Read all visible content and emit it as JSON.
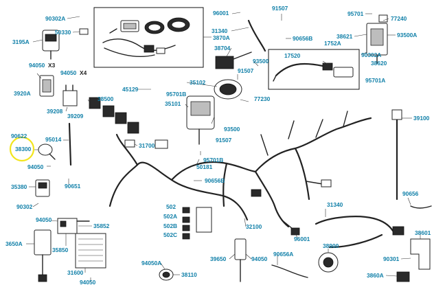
{
  "theme": {
    "label_color": "#0f7fa8",
    "highlight_color": "#f2e51b",
    "line_color": "#222222"
  },
  "labels": {
    "p90302A_top": "90302A",
    "p3195A": "3195A",
    "p50330": "50330",
    "p3870A": "3870A",
    "p96001_top": "96001",
    "p91507_top": "91507",
    "p95701_top": "95701",
    "p77240": "77240",
    "p31340_top": "31340",
    "p90656B_top": "90656B",
    "p38621": "38621",
    "p93500A": "93500A",
    "p38704": "38704",
    "p1752A": "1752A",
    "p90302A_r": "90302A",
    "p38620": "38620",
    "p17520": "17520",
    "p94050_x3": "94050",
    "x3": "X3",
    "p94050_x4": "94050",
    "x4": "X4",
    "p93500": "93500",
    "p91507_mid": "91507",
    "p95701A": "95701A",
    "p3920A": "3920A",
    "p45129": "45129",
    "p95701B_top": "95701B",
    "p35102": "35102",
    "p38500": "38500",
    "p35101": "35101",
    "p77230": "77230",
    "p39208": "39208",
    "p39209": "39209",
    "p39100": "39100",
    "p90622": "90622",
    "p93500_mid": "93500",
    "p95014": "95014",
    "p91507_low": "91507",
    "p31700": "31700",
    "p38300": "38300",
    "p95701B_low": "95701B",
    "p50181": "50181",
    "p94050_low": "94050",
    "p90656B_low": "90656B",
    "p35380": "35380",
    "p90651": "90651",
    "p90302": "90302",
    "p90656": "90656",
    "p502": "502",
    "p502A": "502A",
    "p502B": "502B",
    "p502C": "502C",
    "p31340_low": "31340",
    "p94050_b": "94050",
    "p35852": "35852",
    "p38601": "38601",
    "p32100": "32100",
    "p3650A": "3650A",
    "p96001_low": "96001",
    "p35850": "35850",
    "p38900": "38900",
    "p39650": "39650",
    "p94050_c": "94050",
    "p90656A": "90656A",
    "p90301": "90301",
    "p94050A": "94050A",
    "p31600": "31600",
    "p38110": "38110",
    "p3860A": "3860A",
    "p94050_d": "94050"
  }
}
